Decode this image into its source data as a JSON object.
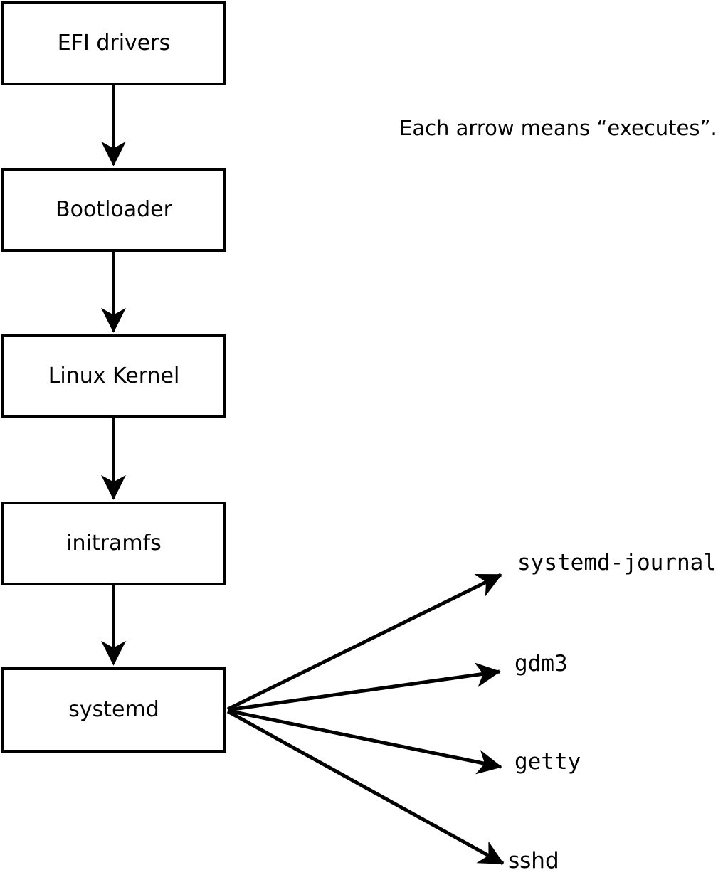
{
  "diagram": {
    "note": "Each arrow means “executes”.",
    "boxes": [
      "EFI drivers",
      "Bootloader",
      "Linux Kernel",
      "initramfs",
      "systemd"
    ],
    "spawned_processes": [
      "systemd-journal",
      "gdm3",
      "getty",
      "sshd"
    ],
    "edges": [
      {
        "from": "EFI drivers",
        "to": "Bootloader"
      },
      {
        "from": "Bootloader",
        "to": "Linux Kernel"
      },
      {
        "from": "Linux Kernel",
        "to": "initramfs"
      },
      {
        "from": "initramfs",
        "to": "systemd"
      },
      {
        "from": "systemd",
        "to": "systemd-journal"
      },
      {
        "from": "systemd",
        "to": "gdm3"
      },
      {
        "from": "systemd",
        "to": "getty"
      },
      {
        "from": "systemd",
        "to": "sshd"
      }
    ],
    "colors": {
      "stroke": "#000000",
      "box_fill": "#ffffff",
      "background": "#ffffff",
      "text": "#000000"
    }
  }
}
